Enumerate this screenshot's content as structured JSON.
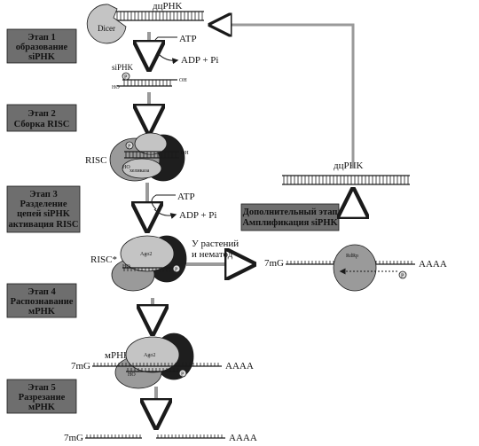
{
  "stages": [
    {
      "title_lines": [
        "Этап 1",
        "образование",
        "siPHK"
      ]
    },
    {
      "title_lines": [
        "Этап 2",
        "Сборка RISC"
      ]
    },
    {
      "title_lines": [
        "Этап 3",
        "Разделение",
        "цепей siPHK",
        "активация RISC"
      ]
    },
    {
      "title_lines": [
        "Этап 4",
        "Распознавание",
        "мPHK"
      ]
    },
    {
      "title_lines": [
        "Этап 5",
        "Разрезание",
        "мPHK"
      ]
    }
  ],
  "extra_stage": {
    "title_lines": [
      "Дополнительный этап",
      "Амплификация siPHK"
    ]
  },
  "labels": {
    "dsrna_top": "дцPHK",
    "dicer": "Dicer",
    "atp_1": "ATP",
    "adp_1": "ADP + Pi",
    "sirna": "siPHK",
    "ho_1": "HO",
    "oh_1": "OH",
    "p_1": "P",
    "risc": "RISC",
    "helicase": "хеликаза",
    "p_2": "P",
    "oh_2": "OH",
    "ho_2": "HO",
    "atp_2": "ATP",
    "adp_2": "ADP + Pi",
    "risc_star": "RISC*",
    "ago2_1": "Ago2",
    "ho_3": "HO",
    "p_3": "P",
    "plants_line1": "У растений",
    "plants_line2": "и нематод",
    "dsrna_right": "дцPHK",
    "cap_right": "7mG",
    "polya_right": "AAAA",
    "rdrp": "RdRp",
    "p_4": "P",
    "mrna": "мPHK",
    "cap_4": "7mG",
    "ago2_2": "Ago2",
    "polya_4": "AAAA",
    "ho_4": "HO",
    "p_5": "P",
    "cap_5": "7mG",
    "polya_5": "AAAA"
  },
  "colors": {
    "stage_box": "#6e6e6e",
    "protein_light": "#c4c4c4",
    "protein_mid": "#9a9a9a",
    "protein_dark": "#1e1e1e",
    "line": "#1a1a1a"
  }
}
